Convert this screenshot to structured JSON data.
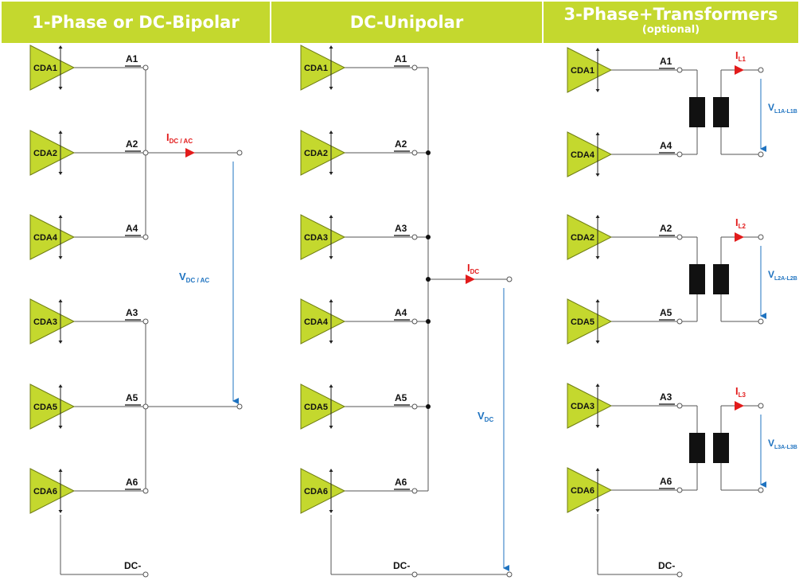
{
  "headers": {
    "col1": "1-Phase or DC-Bipolar",
    "col2": "DC-Unipolar",
    "col3": "3-Phase+Transformers",
    "col3_sub": "(optional)"
  },
  "col1": {
    "amps": [
      "CDA1",
      "CDA2",
      "CDA4",
      "CDA3",
      "CDA5",
      "CDA6"
    ],
    "outputs": [
      "A1",
      "A2",
      "A4",
      "A3",
      "A5",
      "A6"
    ],
    "current": {
      "main": "I",
      "sub": "DC / AC"
    },
    "voltage": {
      "main": "V",
      "sub": "DC / AC"
    },
    "return_label": "DC-"
  },
  "col2": {
    "amps": [
      "CDA1",
      "CDA2",
      "CDA3",
      "CDA4",
      "CDA5",
      "CDA6"
    ],
    "outputs": [
      "A1",
      "A2",
      "A3",
      "A4",
      "A5",
      "A6"
    ],
    "current": {
      "main": "I",
      "sub": "DC"
    },
    "voltage": {
      "main": "V",
      "sub": "DC"
    },
    "return_label": "DC-"
  },
  "col3": {
    "amps": [
      "CDA1",
      "CDA4",
      "CDA2",
      "CDA5",
      "CDA3",
      "CDA6"
    ],
    "outputs": [
      "A1",
      "A4",
      "A2",
      "A5",
      "A3",
      "A6"
    ],
    "currents": [
      {
        "main": "I",
        "sub": "L1"
      },
      {
        "main": "I",
        "sub": "L2"
      },
      {
        "main": "I",
        "sub": "L3"
      }
    ],
    "voltages": [
      {
        "main": "V",
        "sub": "L1A-L1B"
      },
      {
        "main": "V",
        "sub": "L2A-L2B"
      },
      {
        "main": "V",
        "sub": "L3A-L3B"
      }
    ],
    "return_label": "DC-"
  },
  "colors": {
    "header_bg": "#c4d82e",
    "amp_fill": "#c4d82e",
    "current_arrow": "#e21b1b",
    "voltage_arrow": "#1f73c0",
    "transformer": "#111111"
  }
}
